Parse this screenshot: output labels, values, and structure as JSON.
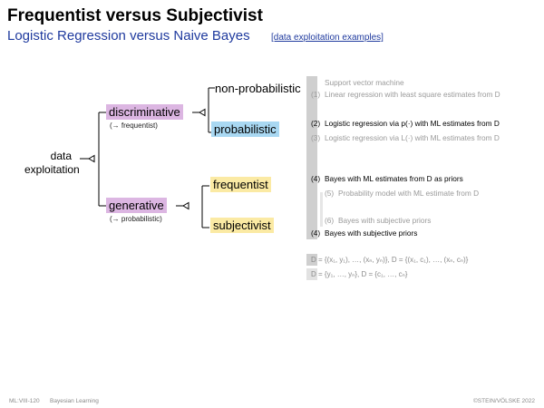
{
  "header": {
    "title": "Frequentist versus Subjectivist",
    "subtitle": "Logistic Regression versus Naive Bayes",
    "link": "[data exploitation examples]"
  },
  "tree": {
    "root_line1": "data",
    "root_line2": "exploitation",
    "discriminative": "discriminative",
    "discriminative_note": "(→ frequentist)",
    "generative": "generative",
    "generative_note": "(→ probabilistic)",
    "non_probabilistic": "non-probabilistic",
    "probabilistic": "probabilistic",
    "frequentist": "frequentist",
    "subjectivist": "subjectivist"
  },
  "examples": [
    {
      "num": "",
      "text": "Support vector machine",
      "style": "gray"
    },
    {
      "num": "(1)",
      "text": "Linear regression with least square estimates from D",
      "style": "gray"
    },
    {
      "num": "(2)",
      "text": "Logistic regression via p(·) with ML estimates from D",
      "style": "black"
    },
    {
      "num": "(3)",
      "text": "Logistic regression via L(·) with ML estimates from D",
      "style": "gray"
    },
    {
      "num": "(4)",
      "text": "Bayes with ML estimates from D as priors",
      "style": "black"
    },
    {
      "num": "(5)",
      "text": "Probability model with ML estimate from D",
      "style": "gray-indent"
    },
    {
      "num": "(6)",
      "text": "Bayes with subjective priors",
      "style": "gray-indent"
    },
    {
      "num": "(4)",
      "text": "Bayes with subjective priors",
      "style": "black"
    }
  ],
  "formulas": {
    "line1": "D = {(x₁, y₁), …, (xₙ, yₙ)},  D = {(x₁, c₁), …, (xₙ, cₙ)}",
    "line2": "D = {y₁, …, yₙ},  D = {c₁, …, cₙ}"
  },
  "footer": {
    "left_code": "ML:VIII-120",
    "left_title": "Bayesian Learning",
    "right": "©STEIN/VÖLSKE 2022"
  },
  "colors": {
    "discriminative_bg": "#dcb6e2",
    "probabilistic_bg": "#a9d8f2",
    "frequentist_bg": "#fbeaa4",
    "subtitle": "#1f3a9e"
  }
}
